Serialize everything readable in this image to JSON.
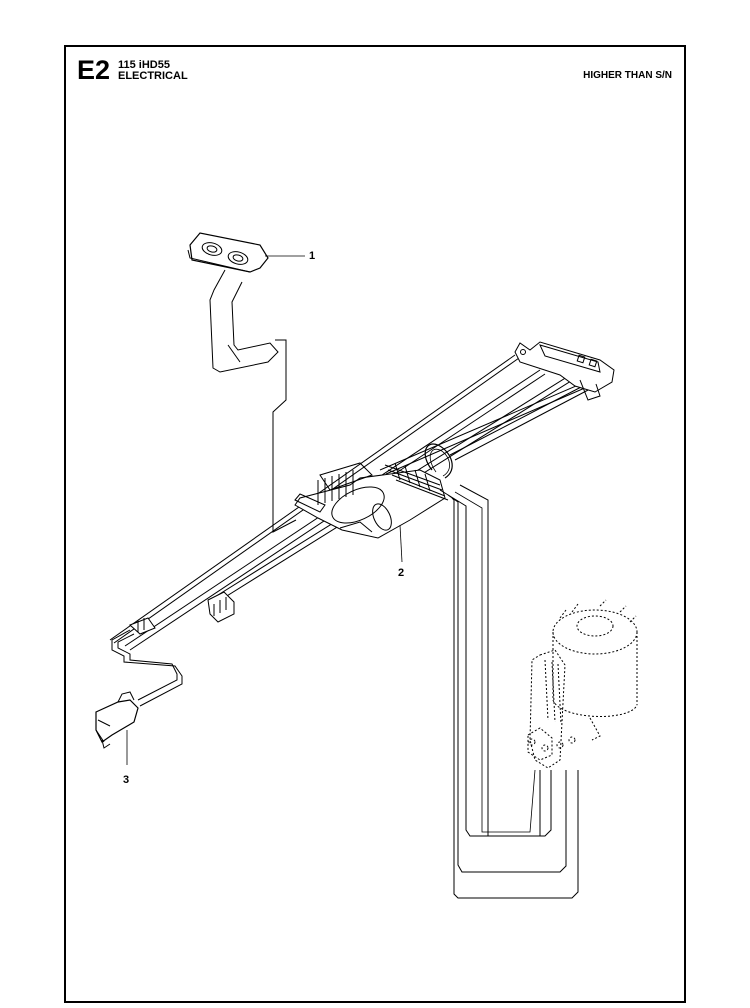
{
  "header": {
    "section_code": "E2",
    "model": "115 iHD55",
    "group": "ELECTRICAL",
    "note": "HIGHER THAN S/N"
  },
  "callouts": {
    "one": "1",
    "two": "2",
    "three": "3"
  },
  "colors": {
    "line": "#000000",
    "background": "#ffffff"
  }
}
